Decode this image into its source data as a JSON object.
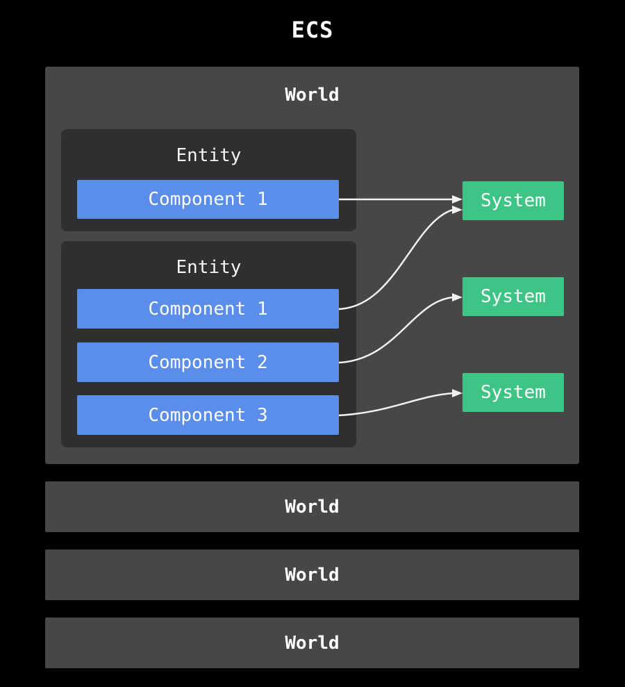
{
  "title": "ECS",
  "world": {
    "label": "World",
    "entities": [
      {
        "label": "Entity",
        "components": [
          {
            "label": "Component 1"
          }
        ]
      },
      {
        "label": "Entity",
        "components": [
          {
            "label": "Component 1"
          },
          {
            "label": "Component 2"
          },
          {
            "label": "Component 3"
          }
        ]
      }
    ],
    "systems": [
      {
        "label": "System"
      },
      {
        "label": "System"
      },
      {
        "label": "System"
      }
    ]
  },
  "other_worlds": [
    {
      "label": "World"
    },
    {
      "label": "World"
    },
    {
      "label": "World"
    }
  ],
  "connections": [
    {
      "from": "entity-1-component-1",
      "to": "system-1"
    },
    {
      "from": "entity-2-component-1",
      "to": "system-1"
    },
    {
      "from": "entity-2-component-2",
      "to": "system-2"
    },
    {
      "from": "entity-2-component-3",
      "to": "system-3"
    }
  ],
  "colors": {
    "background": "#000000",
    "world_box": "#474747",
    "entity_box": "#2f2f2f",
    "component_box": "#5b8deb",
    "system_box": "#3ec586",
    "arrow": "#f2f2f2",
    "text": "#ffffff"
  }
}
